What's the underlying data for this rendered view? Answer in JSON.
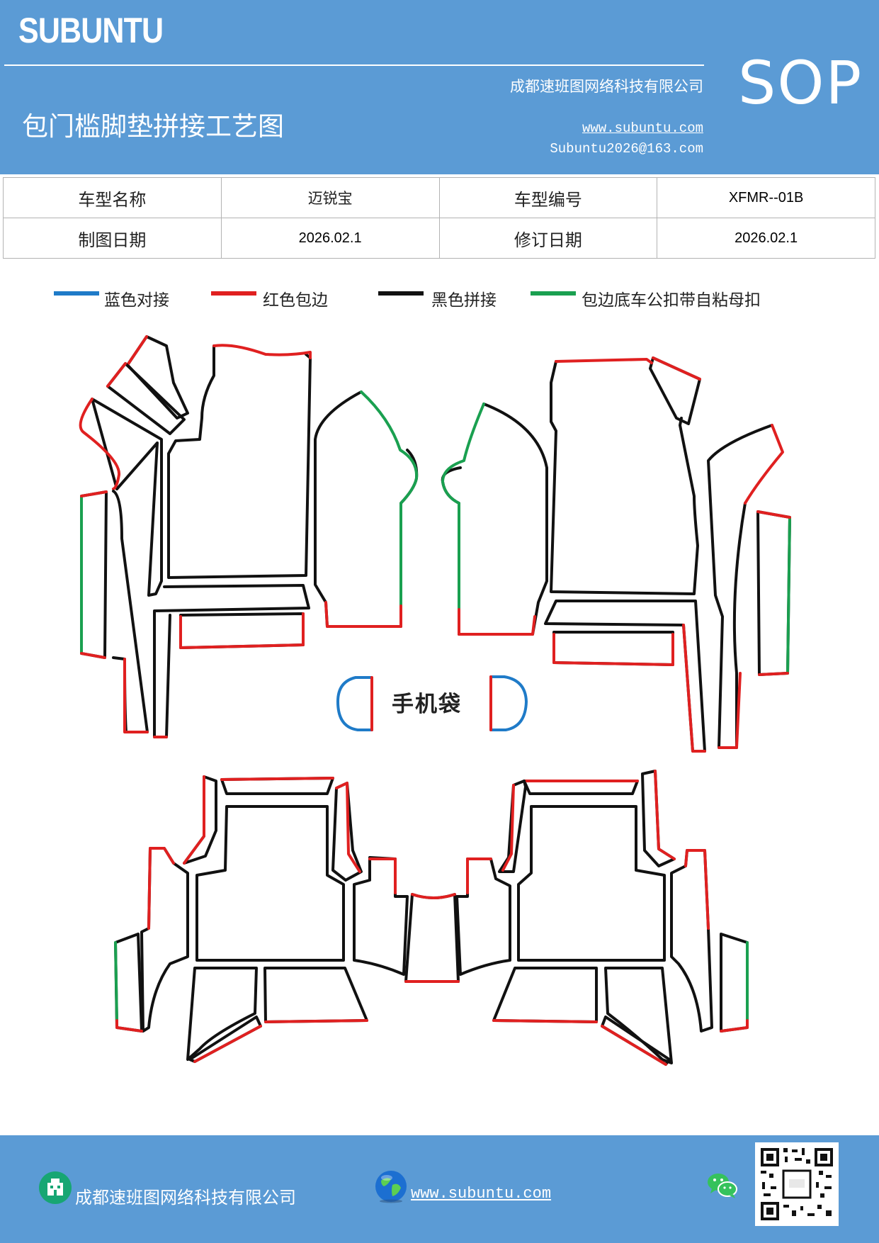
{
  "header": {
    "brand": "SUBUNTU",
    "badge": "SOP",
    "title": "包门槛脚垫拼接工艺图",
    "company": "成都速班图网络科技有限公司",
    "website": "www.subuntu.com",
    "email": "Subuntu2026@163.com"
  },
  "info": {
    "model_name_label": "车型名称",
    "model_name": "迈锐宝",
    "model_code_label": "车型编号",
    "model_code": "XFMR--01B",
    "draw_date_label": "制图日期",
    "draw_date": "2026.02.1",
    "revise_date_label": "修订日期",
    "revise_date": "2026.02.1"
  },
  "legend": {
    "blue": {
      "label": "蓝色对接",
      "color": "#1f7bc8"
    },
    "red": {
      "label": "红色包边",
      "color": "#e02020"
    },
    "black": {
      "label": "黑色拼接",
      "color": "#111111"
    },
    "green": {
      "label": "包边底车公扣带自粘母扣",
      "color": "#1aa050"
    }
  },
  "diagram": {
    "phone_pocket_label": "手机袋"
  },
  "footer": {
    "company": "成都速班图网络科技有限公司",
    "website": "www.subuntu.com",
    "home_icon": "building-icon",
    "web_icon": "globe-icon",
    "chat_icon": "wechat-icon",
    "qr_icon": "qr-code-icon"
  }
}
